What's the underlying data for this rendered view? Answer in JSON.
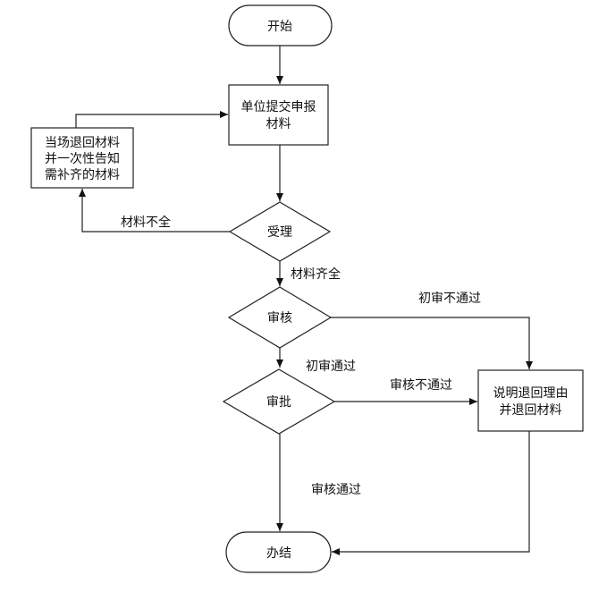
{
  "diagram": {
    "type": "flowchart",
    "nodes": {
      "start": {
        "kind": "terminal",
        "label": "开始"
      },
      "submit": {
        "kind": "process",
        "lines": [
          "单位提交申报",
          "材料"
        ]
      },
      "return_now": {
        "kind": "process",
        "lines": [
          "当场退回材料",
          "并一次性告知",
          "需补齐的材料"
        ]
      },
      "accept": {
        "kind": "decision",
        "label": "受理"
      },
      "review": {
        "kind": "decision",
        "label": "审核"
      },
      "approve": {
        "kind": "decision",
        "label": "审批"
      },
      "explain_return": {
        "kind": "process",
        "lines": [
          "说明退回理由",
          "并退回材料"
        ]
      },
      "end": {
        "kind": "terminal",
        "label": "办结"
      }
    },
    "edges": [
      {
        "from": "start",
        "to": "submit",
        "label": ""
      },
      {
        "from": "submit",
        "to": "accept",
        "label": ""
      },
      {
        "from": "accept",
        "to": "return_now",
        "label": "材料不全"
      },
      {
        "from": "return_now",
        "to": "submit",
        "label": ""
      },
      {
        "from": "accept",
        "to": "review",
        "label": "材料齐全"
      },
      {
        "from": "review",
        "to": "explain_return",
        "label": "初审不通过"
      },
      {
        "from": "review",
        "to": "approve",
        "label": "初审通过"
      },
      {
        "from": "approve",
        "to": "explain_return",
        "label": "审核不通过"
      },
      {
        "from": "approve",
        "to": "end",
        "label": "审核通过"
      },
      {
        "from": "explain_return",
        "to": "end",
        "label": ""
      }
    ]
  }
}
